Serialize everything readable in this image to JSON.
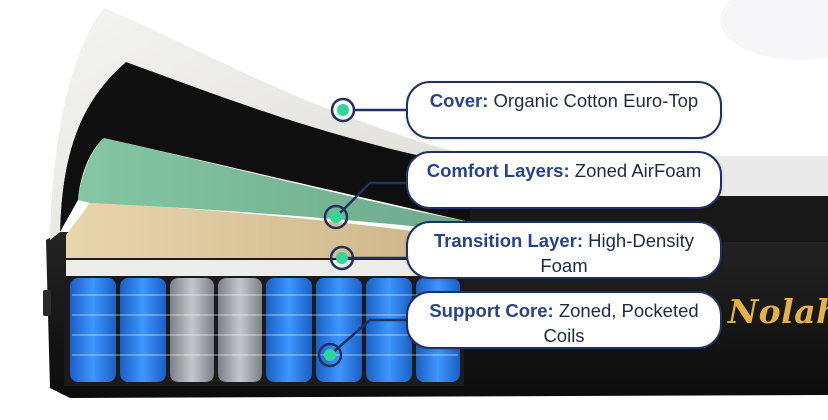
{
  "callouts": [
    {
      "title": "Cover:",
      "text": "Organic Cotton Euro-Top"
    },
    {
      "title": "Comfort Layers:",
      "text": "Zoned AirFoam"
    },
    {
      "title": "Transition Layer:",
      "text": "High-Density Foam"
    },
    {
      "title": "Support Core:",
      "text": "Zoned, Pocketed Coils"
    }
  ],
  "brand": {
    "logo_text": "Nolah"
  },
  "colors": {
    "callout_border": "#1f3160",
    "callout_title": "#27438a",
    "marker_fill": "#2fd79a",
    "coil_blue": "#2b7fe6",
    "coil_gray": "#9aa0a6",
    "comfort_foam": "#7fb89a",
    "transition_foam": "#d9c49b",
    "base_black": "#141414",
    "logo_gold": "#e5b046"
  }
}
